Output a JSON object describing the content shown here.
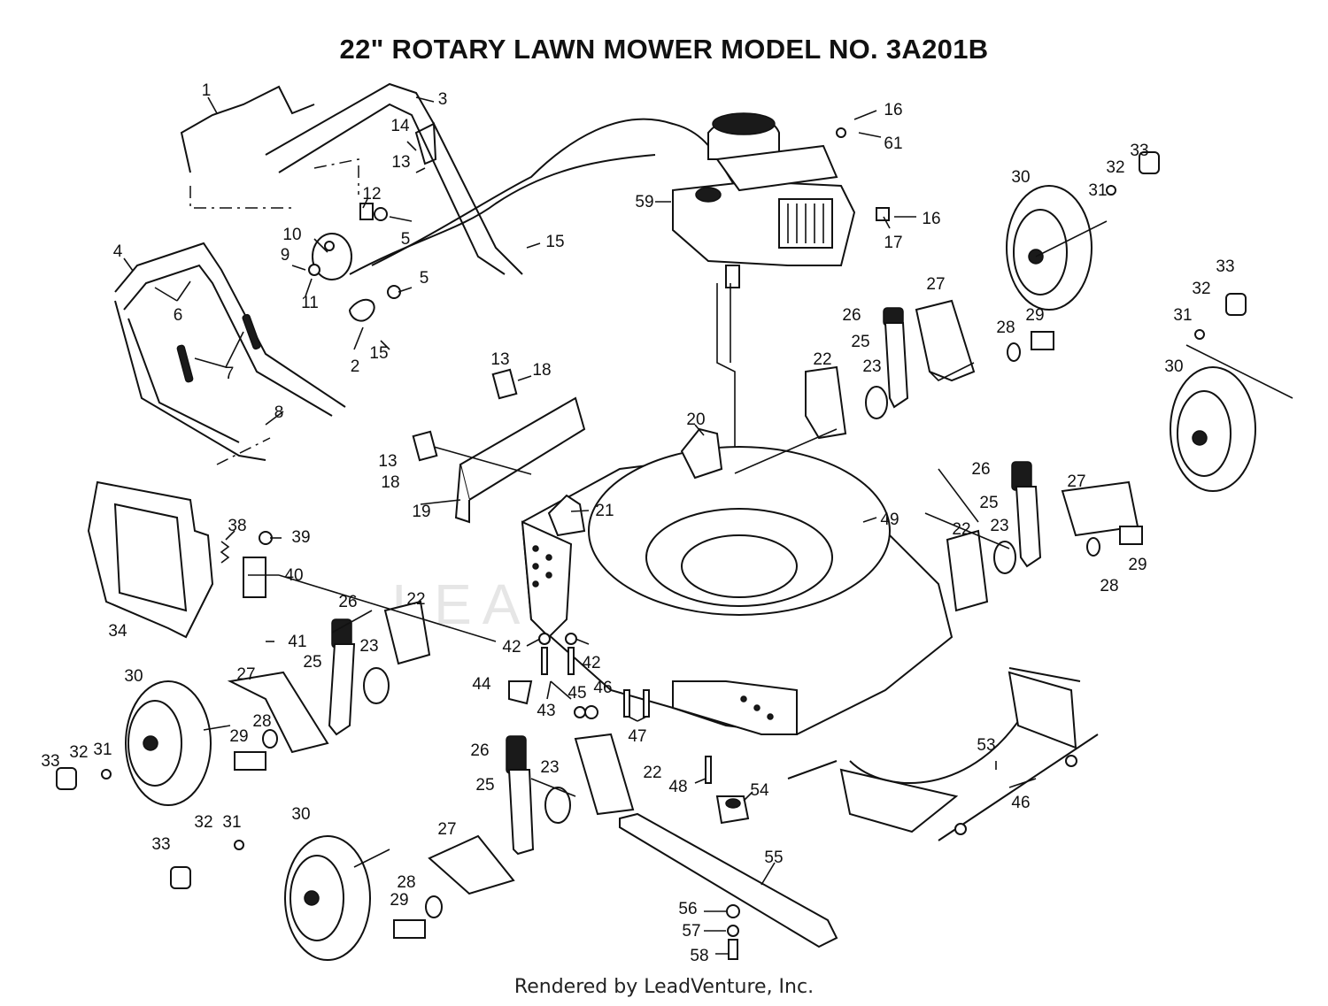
{
  "title": "22\" ROTARY LAWN MOWER MODEL NO.  3A201B",
  "footer": "Rendered by LeadVenture, Inc.",
  "watermark": "LEADVENTURE",
  "callouts": [
    {
      "id": "c1",
      "label": "1"
    },
    {
      "id": "c2",
      "label": "2"
    },
    {
      "id": "c3",
      "label": "3"
    },
    {
      "id": "c4",
      "label": "4"
    },
    {
      "id": "c5a",
      "label": "5"
    },
    {
      "id": "c5b",
      "label": "5"
    },
    {
      "id": "c6",
      "label": "6"
    },
    {
      "id": "c7",
      "label": "7"
    },
    {
      "id": "c8",
      "label": "8"
    },
    {
      "id": "c9",
      "label": "9"
    },
    {
      "id": "c10",
      "label": "10"
    },
    {
      "id": "c11",
      "label": "11"
    },
    {
      "id": "c12",
      "label": "12"
    },
    {
      "id": "c13a",
      "label": "13"
    },
    {
      "id": "c13b",
      "label": "13"
    },
    {
      "id": "c13c",
      "label": "13"
    },
    {
      "id": "c14",
      "label": "14"
    },
    {
      "id": "c15a",
      "label": "15"
    },
    {
      "id": "c15b",
      "label": "15"
    },
    {
      "id": "c16a",
      "label": "16"
    },
    {
      "id": "c16b",
      "label": "16"
    },
    {
      "id": "c17",
      "label": "17"
    },
    {
      "id": "c18a",
      "label": "18"
    },
    {
      "id": "c18b",
      "label": "18"
    },
    {
      "id": "c19",
      "label": "19"
    },
    {
      "id": "c20",
      "label": "20"
    },
    {
      "id": "c21",
      "label": "21"
    },
    {
      "id": "c22a",
      "label": "22"
    },
    {
      "id": "c22b",
      "label": "22"
    },
    {
      "id": "c22c",
      "label": "22"
    },
    {
      "id": "c22d",
      "label": "22"
    },
    {
      "id": "c23a",
      "label": "23"
    },
    {
      "id": "c23b",
      "label": "23"
    },
    {
      "id": "c23c",
      "label": "23"
    },
    {
      "id": "c23d",
      "label": "23"
    },
    {
      "id": "c25a",
      "label": "25"
    },
    {
      "id": "c25b",
      "label": "25"
    },
    {
      "id": "c25c",
      "label": "25"
    },
    {
      "id": "c25d",
      "label": "25"
    },
    {
      "id": "c26a",
      "label": "26"
    },
    {
      "id": "c26b",
      "label": "26"
    },
    {
      "id": "c26c",
      "label": "26"
    },
    {
      "id": "c26d",
      "label": "26"
    },
    {
      "id": "c27a",
      "label": "27"
    },
    {
      "id": "c27b",
      "label": "27"
    },
    {
      "id": "c27c",
      "label": "27"
    },
    {
      "id": "c27d",
      "label": "27"
    },
    {
      "id": "c28a",
      "label": "28"
    },
    {
      "id": "c28b",
      "label": "28"
    },
    {
      "id": "c28c",
      "label": "28"
    },
    {
      "id": "c28d",
      "label": "28"
    },
    {
      "id": "c29a",
      "label": "29"
    },
    {
      "id": "c29b",
      "label": "29"
    },
    {
      "id": "c29c",
      "label": "29"
    },
    {
      "id": "c29d",
      "label": "29"
    },
    {
      "id": "c30a",
      "label": "30"
    },
    {
      "id": "c30b",
      "label": "30"
    },
    {
      "id": "c30c",
      "label": "30"
    },
    {
      "id": "c30d",
      "label": "30"
    },
    {
      "id": "c31a",
      "label": "31"
    },
    {
      "id": "c31b",
      "label": "31"
    },
    {
      "id": "c31c",
      "label": "31"
    },
    {
      "id": "c31d",
      "label": "31"
    },
    {
      "id": "c32a",
      "label": "32"
    },
    {
      "id": "c32b",
      "label": "32"
    },
    {
      "id": "c32c",
      "label": "32"
    },
    {
      "id": "c32d",
      "label": "32"
    },
    {
      "id": "c33a",
      "label": "33"
    },
    {
      "id": "c33b",
      "label": "33"
    },
    {
      "id": "c33c",
      "label": "33"
    },
    {
      "id": "c33d",
      "label": "33"
    },
    {
      "id": "c34",
      "label": "34"
    },
    {
      "id": "c38",
      "label": "38"
    },
    {
      "id": "c39",
      "label": "39"
    },
    {
      "id": "c40",
      "label": "40"
    },
    {
      "id": "c41",
      "label": "41"
    },
    {
      "id": "c42a",
      "label": "42"
    },
    {
      "id": "c42b",
      "label": "42"
    },
    {
      "id": "c43",
      "label": "43"
    },
    {
      "id": "c44",
      "label": "44"
    },
    {
      "id": "c45",
      "label": "45"
    },
    {
      "id": "c46a",
      "label": "46"
    },
    {
      "id": "c46b",
      "label": "46"
    },
    {
      "id": "c47",
      "label": "47"
    },
    {
      "id": "c48",
      "label": "48"
    },
    {
      "id": "c49",
      "label": "49"
    },
    {
      "id": "c53",
      "label": "53"
    },
    {
      "id": "c54",
      "label": "54"
    },
    {
      "id": "c55",
      "label": "55"
    },
    {
      "id": "c56",
      "label": "56"
    },
    {
      "id": "c57",
      "label": "57"
    },
    {
      "id": "c58",
      "label": "58"
    },
    {
      "id": "c59",
      "label": "59"
    },
    {
      "id": "c61",
      "label": "61"
    }
  ]
}
